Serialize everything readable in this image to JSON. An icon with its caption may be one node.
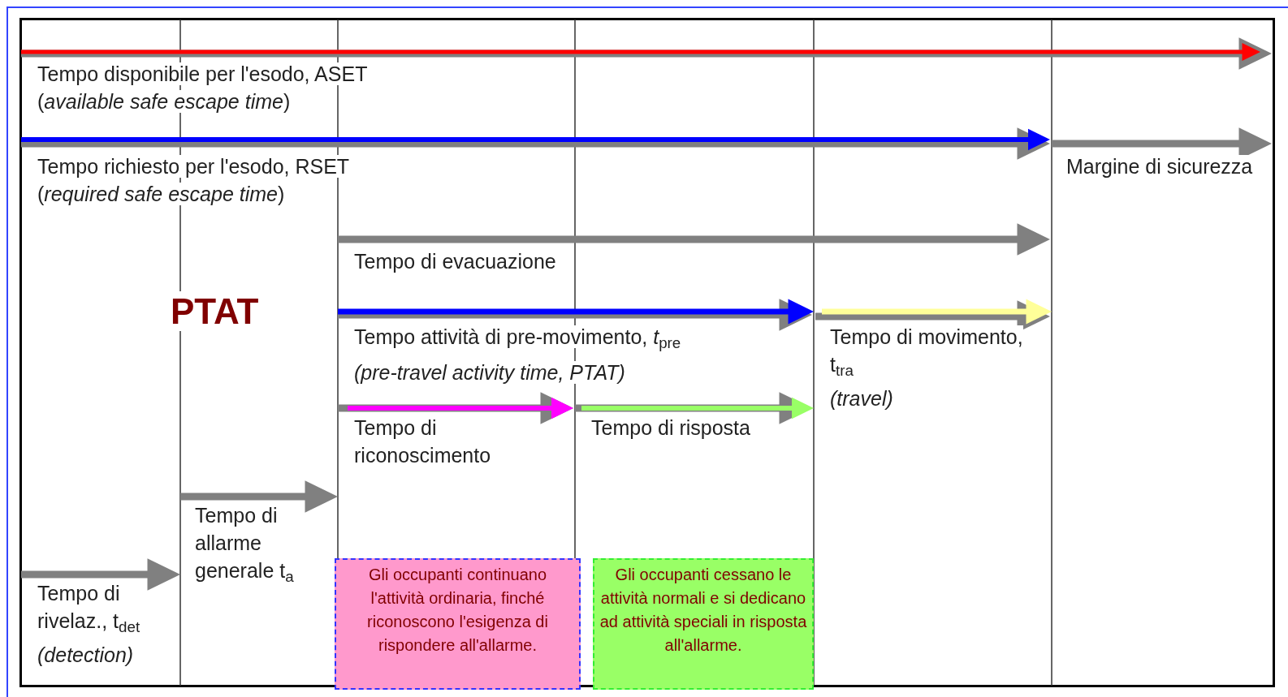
{
  "diagram": {
    "nodes": [
      {
        "text": [
          "Gli occupanti continuano l'attività ordinaria, finché riconoscono l'esigenza di rispondere all'allarme."
        ]
      },
      {
        "text": [
          "Gli occupanti cessano le attività normali e si dedicano ad attività speciali in risposta all'allarme."
        ]
      }
    ],
    "labels": [
      "Tempo disponibile per l'esodo, ASET",
      "(*available safe escape time*)",
      "Tempo richiesto per l'esodo, RSET",
      "(*required safe escape time*)",
      "Margine di sicurezza",
      "Tempo di evacuazione",
      "PTAT",
      "Tempo attività di pre-movimento, *t*$_{pre}$",
      "(pre-travel activity time, PTAT)",
      "Tempo di movimento, t$_{tra}$",
      "(travel)",
      "Tempo di riconoscimento",
      "Tempo di risposta",
      "Tempo di allarme generale t$_{a}$",
      "Tempo di rivelaz., t$_{det}$",
      "(detection)"
    ]
  }
}
